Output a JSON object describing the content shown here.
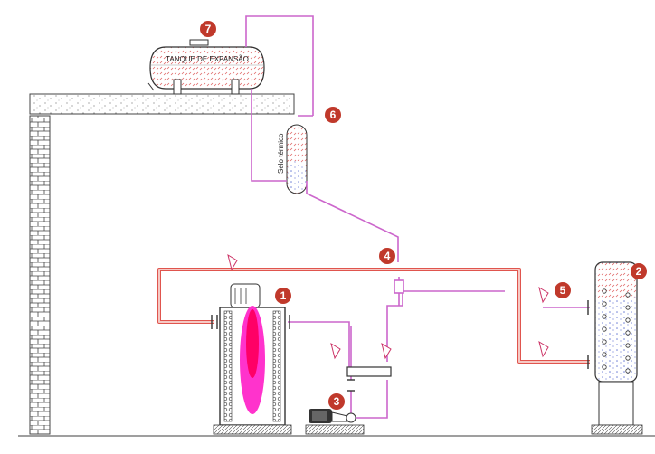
{
  "diagram": {
    "tank_label": "TANQUE DE EXPANSÃO",
    "seal_label": "Selo térmico",
    "markers": [
      "1",
      "2",
      "3",
      "4",
      "5",
      "6",
      "7"
    ]
  },
  "colors": {
    "hot_pipe": "#e0554e",
    "hot_pipe_fill": "#f6c9c4",
    "thermal_pipe": "#cc66cc",
    "badge": "#c0392b",
    "flame_outer": "#ff33cc",
    "flame_inner": "#ff0066",
    "structure": "#555555"
  }
}
